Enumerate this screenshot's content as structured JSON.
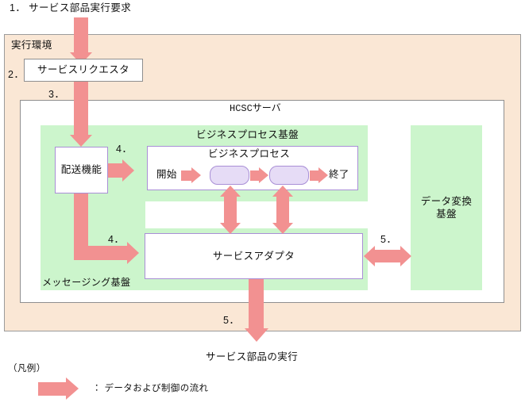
{
  "diagram": {
    "title_top": "1． サービス部品実行要求",
    "bottom_output": "サービス部品の実行",
    "environment_label": "実行環境",
    "server_label": "HCSCサーバ",
    "requestor_label": "サービスリクエスタ",
    "messaging_platform_label": "メッセージング基盤",
    "delivery_function_label": "配送機能",
    "business_process_platform_label": "ビジネスプロセス基盤",
    "business_process_label": "ビジネスプロセス",
    "process_start_label": "開始",
    "process_end_label": "終了",
    "service_adapter_label": "サービスアダプタ",
    "data_transform_platform_label": "データ変換\n基盤"
  },
  "step_numbers": {
    "step1": "1．",
    "step2": "2．",
    "step3": "3．",
    "step4_a": "4．",
    "step4_b": "4．",
    "step5_a": "5．",
    "step5_b": "5．"
  },
  "legend": {
    "heading": "（凡例）",
    "arrow_description": "： データおよび制御の流れ"
  },
  "colors": {
    "arrow": "#F29191",
    "environment_bg": "#FAE7D5",
    "platform_green": "#CCF5CC",
    "pill_fill": "#E6DCF6",
    "pill_border": "#A98FD6",
    "box_border": "#8F8F8F",
    "text": "#111111"
  }
}
